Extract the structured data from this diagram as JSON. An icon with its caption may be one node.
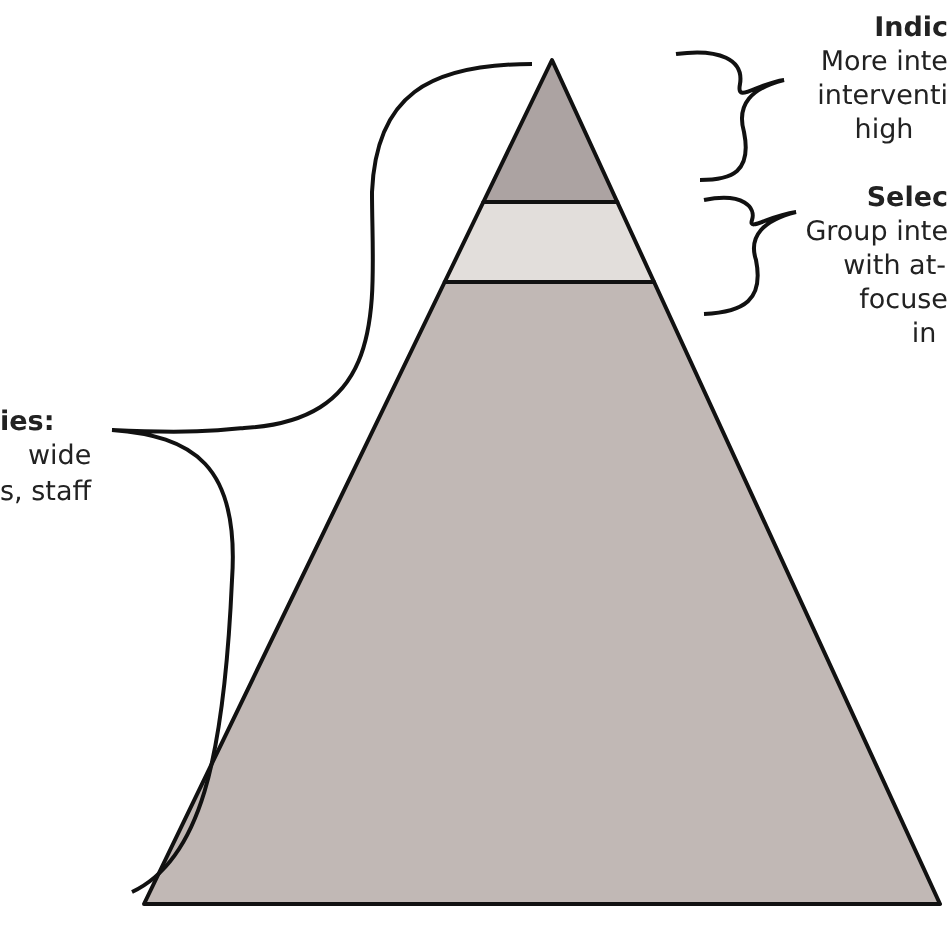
{
  "diagram": {
    "labels": [
      "Indic",
      "More inte",
      "interventi",
      "high",
      "Selec",
      "Group inte",
      "with at-",
      "focuse",
      "in",
      "ies:",
      "wide",
      "s, staff"
    ]
  }
}
